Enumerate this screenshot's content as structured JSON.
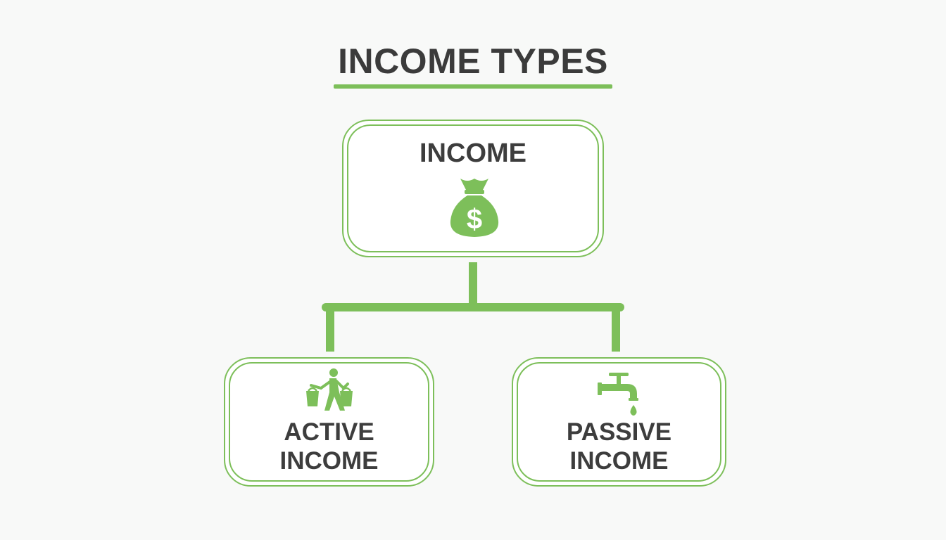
{
  "title": "INCOME TYPES",
  "colors": {
    "accent": "#7dbf5a",
    "text": "#3d3d3d",
    "background": "#f8f9f8"
  },
  "root": {
    "label": "INCOME",
    "icon": "money-bag-icon"
  },
  "children": [
    {
      "line1": "ACTIVE",
      "line2": "INCOME",
      "icon": "worker-carrying-buckets-icon"
    },
    {
      "line1": "PASSIVE",
      "line2": "INCOME",
      "icon": "dripping-faucet-icon"
    }
  ]
}
